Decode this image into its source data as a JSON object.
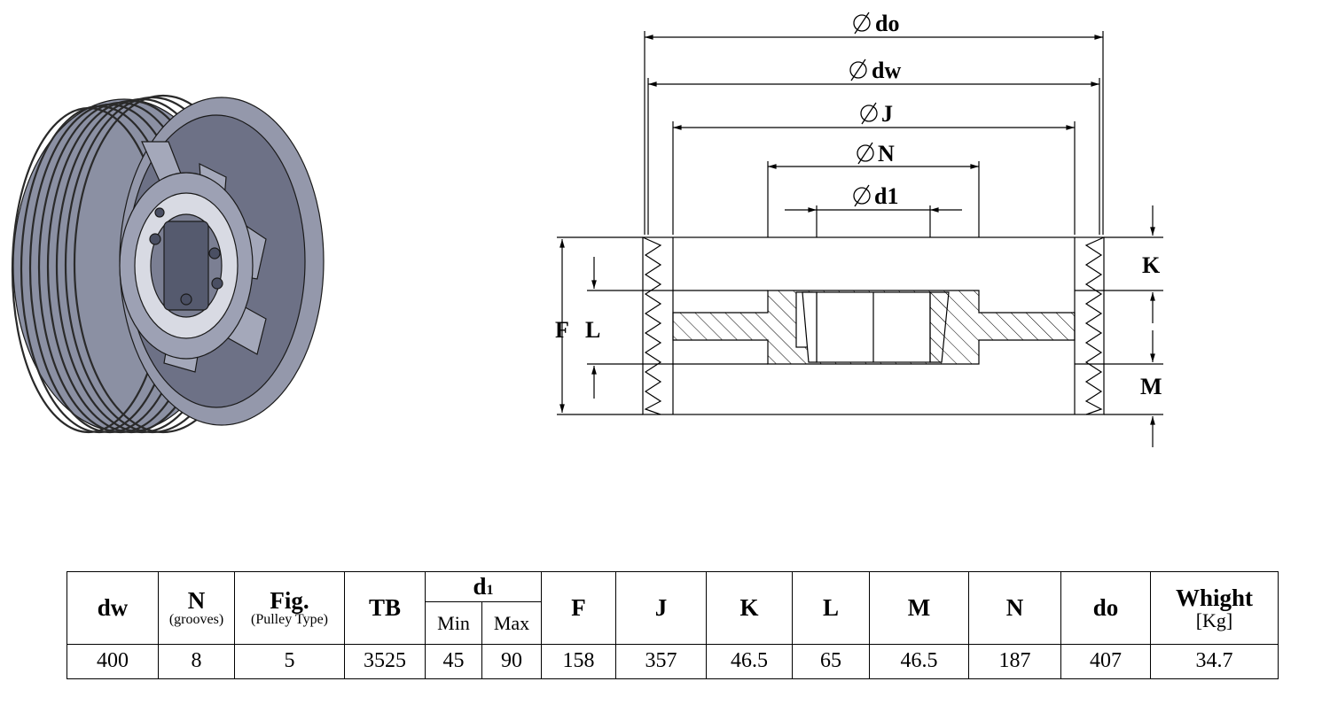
{
  "drawing": {
    "labels": {
      "do": "do",
      "dw": "dw",
      "J": "J",
      "N": "N",
      "d1": "d1",
      "F": "F",
      "L": "L",
      "K": "K",
      "M": "M"
    }
  },
  "table": {
    "headers": {
      "dw": "dw",
      "N": "N",
      "N_sub": "(grooves)",
      "fig": "Fig.",
      "fig_sub": "(Pulley Type)",
      "tb": "TB",
      "d1_main": "d",
      "d1_sub": "1",
      "d1_min": "Min",
      "d1_max": "Max",
      "F": "F",
      "J": "J",
      "K": "K",
      "L": "L",
      "M": "M",
      "N2": "N",
      "do": "do",
      "weight": "Whight",
      "weight_unit": "[Kg]"
    },
    "row": {
      "dw": "400",
      "N": "8",
      "fig": "5",
      "tb": "3525",
      "d1_min": "45",
      "d1_max": "90",
      "F": "158",
      "J": "357",
      "K": "46.5",
      "L": "65",
      "M": "46.5",
      "N2": "187",
      "do": "407",
      "weight": "34.7"
    }
  }
}
